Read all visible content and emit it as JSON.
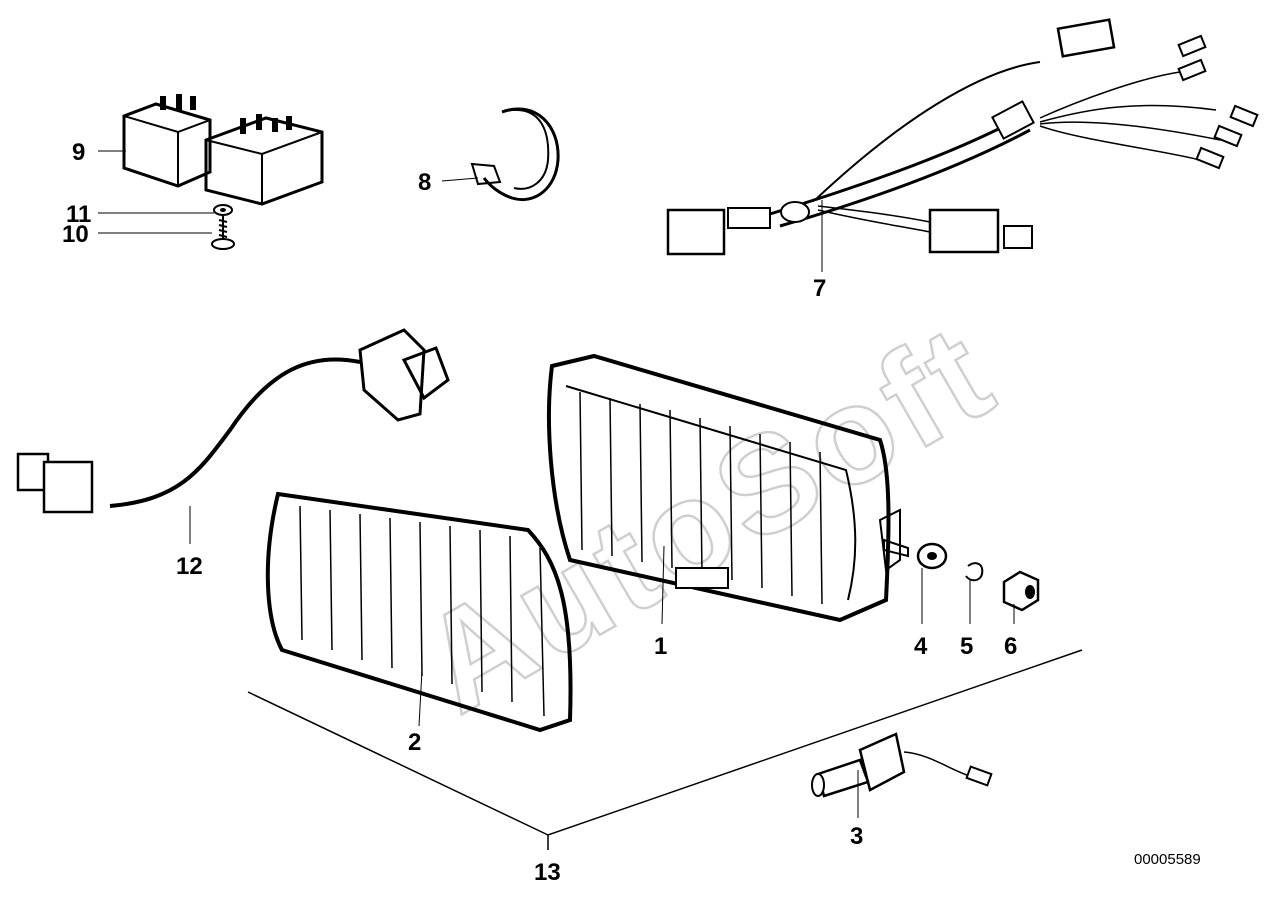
{
  "watermark": "AutoSoft",
  "document_id": "00005589",
  "parts": [
    {
      "number": "1",
      "part": "rear-fog-lamp-housing"
    },
    {
      "number": "2",
      "part": "lamp-lens"
    },
    {
      "number": "3",
      "part": "bulb-socket"
    },
    {
      "number": "4",
      "part": "washer"
    },
    {
      "number": "5",
      "part": "spring-washer"
    },
    {
      "number": "6",
      "part": "hex-nut"
    },
    {
      "number": "7",
      "part": "wiring-harness"
    },
    {
      "number": "8",
      "part": "cable-clamp"
    },
    {
      "number": "9",
      "part": "relays"
    },
    {
      "number": "10",
      "part": "screw"
    },
    {
      "number": "11",
      "part": "relay-washer"
    },
    {
      "number": "12",
      "part": "switch-with-cable"
    },
    {
      "number": "13",
      "part": "complete-set-bracket"
    }
  ]
}
